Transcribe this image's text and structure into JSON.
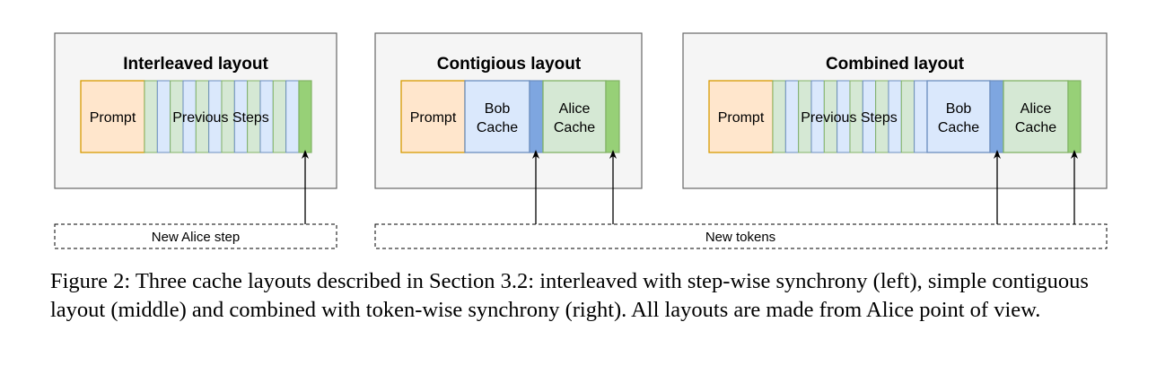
{
  "panels": [
    {
      "title": "Interleaved layout"
    },
    {
      "title": "Contigious layout"
    },
    {
      "title": "Combined layout"
    }
  ],
  "blocks": {
    "prompt": "Prompt",
    "previous_steps": "Previous Steps",
    "bob_cache": [
      "Bob",
      "Cache"
    ],
    "alice_cache": [
      "Alice",
      "Cache"
    ]
  },
  "bottom_labels": {
    "new_alice_step": "New Alice step",
    "new_tokens": "New tokens"
  },
  "caption": "Figure 2: Three cache layouts described in Section 3.2: interleaved with step-wise synchrony (left), simple contiguous layout (middle) and combined with token-wise synchrony (right). All layouts are made from Alice point of view.",
  "colors": {
    "panel_bg": "#f5f5f5",
    "panel_border": "#666666",
    "prompt_fill": "#ffe6cc",
    "prompt_stroke": "#d79b00",
    "alice_fill": "#d5e8d4",
    "alice_stroke": "#82b366",
    "bob_fill": "#dae8fc",
    "bob_stroke": "#6c8ebf",
    "alice_token": "#97d077",
    "bob_token": "#7ea6e0"
  }
}
